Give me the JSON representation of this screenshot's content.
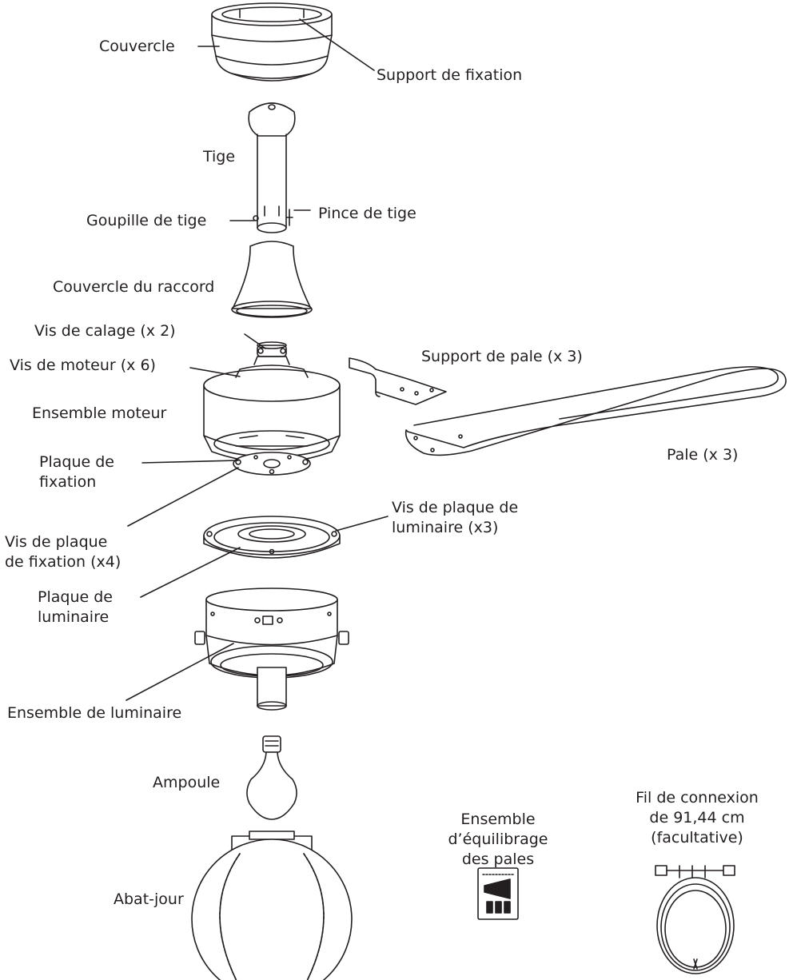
{
  "labels": {
    "canopy": "Couvercle",
    "mounting_bracket": "Support de fixation",
    "downrod": "Tige",
    "downrod_pin": "Goupille de tige",
    "downrod_clip": "Pince de tige",
    "coupling_cover": "Couvercle du raccord",
    "set_screws": "Vis de calage  (x 2)",
    "motor_screws": "Vis de moteur  (x 6)",
    "motor_assembly": "Ensemble moteur",
    "blade_bracket": "Support de pale (x 3)",
    "mounting_plate": [
      "Plaque de",
      "fixation"
    ],
    "blade": "Pale (x 3)",
    "light_plate_screws": [
      "Vis de plaque de",
      "luminaire (x3)"
    ],
    "mounting_plate_screws": [
      "Vis de plaque",
      "de fixation (x4)"
    ],
    "light_plate": [
      "Plaque de",
      "luminaire"
    ],
    "light_assembly": "Ensemble de luminaire",
    "bulb": "Ampoule",
    "balance_kit": [
      "Ensemble",
      "d’équilibrage",
      "des pales"
    ],
    "extension_wire": [
      "Fil de connexion",
      "de 91,44 cm",
      "(facultative)"
    ],
    "shade": "Abat-jour"
  },
  "colors": {
    "ink": "#231f20",
    "fill": "#ffffff"
  }
}
